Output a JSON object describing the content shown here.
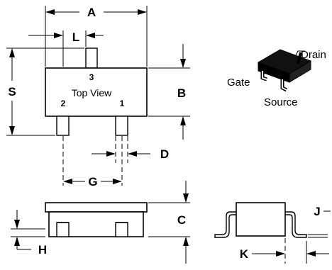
{
  "top_view": {
    "label": "Top View",
    "pins": [
      "3",
      "2",
      "1"
    ]
  },
  "dimensions": {
    "A": "A",
    "L": "L",
    "S": "S",
    "B": "B",
    "D": "D",
    "G": "G",
    "C": "C",
    "H": "H",
    "J": "J",
    "K": "K"
  },
  "terminals": {
    "drain": "Drain",
    "gate": "Gate",
    "source": "Source"
  }
}
